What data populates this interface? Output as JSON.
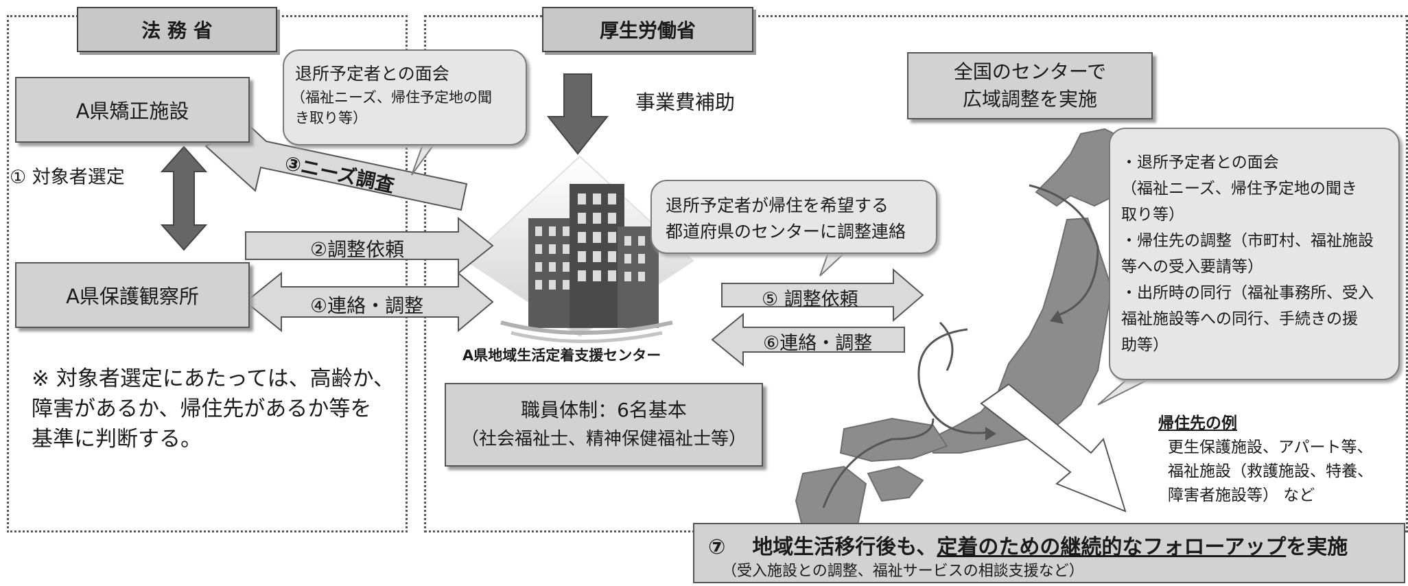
{
  "moj": {
    "header": "法 務 省",
    "facility": "A県矯正施設",
    "probation": "A県保護観察所",
    "step1": "① 対象者選定",
    "note_lines": [
      "※ 対象者選定にあたっては、高齢か、",
      "障害があるか、帰住先があるか等を",
      "基準に判断する。"
    ]
  },
  "mhlw": {
    "header": "厚生労働省",
    "subsidy": "事業費補助"
  },
  "interview_bubble": {
    "lines": [
      "退所予定者との面会",
      "（福祉ニーズ、帰住予定地の聞",
      "き取り等）"
    ]
  },
  "arrows": {
    "step3": "③ニーズ調査",
    "step2": "②調整依頼",
    "step4": "④連絡・調整",
    "step5": "⑤ 調整依頼",
    "step6": "⑥連絡・調整"
  },
  "center": {
    "name": "A県地域生活定着支援センター",
    "staff_title": "職員体制：6名基本",
    "staff_detail": "（社会福祉士、精神保健福祉士等）"
  },
  "contact_bubble": {
    "lines": [
      "退所予定者が帰住を希望する",
      "都道府県のセンターに調整連絡"
    ]
  },
  "national": {
    "lines": [
      "全国のセンターで",
      "広域調整を実施"
    ]
  },
  "tasks_bubble": {
    "lines": [
      "・退所予定者との面会",
      "（福祉ニーズ、帰住予定地の聞き",
      "取り等）",
      "・帰住先の調整（市町村、福祉施設",
      "等への受入要請等）",
      "・出所時の同行（福祉事務所、受入",
      "福祉施設等への同行、手続きの援",
      "助等）"
    ]
  },
  "destinations": {
    "title": "帰住先の例",
    "lines": [
      "更生保護施設、アパート等、",
      "福祉施設（救護施設、特養、",
      "障害者施設等） など"
    ]
  },
  "followup": {
    "num": "⑦",
    "pre": "地域生活移行後も、",
    "underlined": "定着のための継続的なフォローアップ",
    "post": "を実施",
    "sub": "（受入施設との調整、福祉サービスの相談支援など）"
  },
  "colors": {
    "box": "#d2d2d2",
    "bubble": "#e6e6e6",
    "arrow": "#dadada",
    "dark_arrow": "#666666",
    "map": "#8c8c8c"
  }
}
